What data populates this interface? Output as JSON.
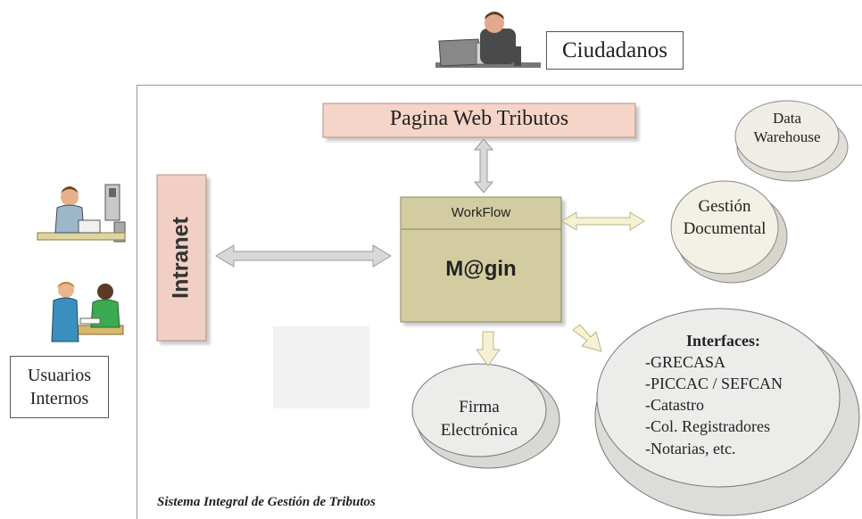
{
  "ciudadanos": "Ciudadanos",
  "usuarios_internos": [
    "Usuarios",
    "Internos"
  ],
  "pagina_web": "Pagina Web Tributos",
  "intranet": "Intranet",
  "workflow": "WorkFlow",
  "magin": "M@gin",
  "data_warehouse": [
    "Data",
    "Warehouse"
  ],
  "gestion_documental": [
    "Gestión",
    "Documental"
  ],
  "firma": [
    "Firma",
    "Electrónica"
  ],
  "interfaces": {
    "title": "Interfaces:",
    "items": [
      "-GRECASA",
      "-PICCAC / SEFCAN",
      "-Catastro",
      "-Col. Registradores",
      "-Notarias, etc."
    ]
  },
  "sistema": "Sistema Integral de Gestión de Tributos",
  "colors": {
    "frame": "#999999",
    "web_box": "#f5d5c8",
    "intranet_box": "#f2cfc4",
    "magin_box": "#d2cca0",
    "ellipse_fill": "#e8e6de",
    "arrow_fill": "#d8d8d8"
  }
}
